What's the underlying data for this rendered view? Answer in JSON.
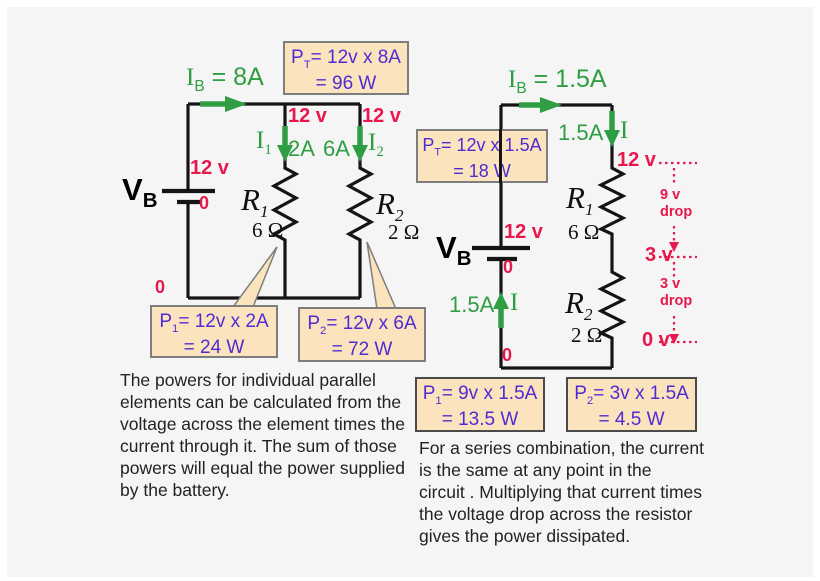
{
  "colors": {
    "green": "#2f9e43",
    "red": "#e8184d",
    "purple": "#4e2bd2",
    "tan_box_fill": "#fbe4bd",
    "wire": "#141414",
    "background": "#f5f5f6"
  },
  "left_circuit": {
    "battery_current": {
      "sym": "I",
      "sub": "B",
      "rest": " = 8A"
    },
    "pt_box": {
      "sym": "P",
      "sub": "T",
      "rest": "= 12v x 8A",
      "line2": "= 96 W"
    },
    "branch1_voltage": "12 v",
    "branch2_voltage": "12 v",
    "i1": {
      "sym": "I",
      "sub": "1"
    },
    "i1_value": "2A",
    "i2_value": "6A",
    "i2": {
      "sym": "I",
      "sub": "2"
    },
    "battery_voltage": "12 v",
    "battery_label": {
      "sym": "V",
      "sub": "B"
    },
    "battery_zero": "0",
    "r1": {
      "sym": "R",
      "sub": "1"
    },
    "r1_value": "6 Ω",
    "r2": {
      "sym": "R",
      "sub": "2"
    },
    "r2_value": "2 Ω",
    "ground_zero": "0",
    "p1_box": {
      "sym": "P",
      "sub": "1",
      "rest": "= 12v x 2A",
      "line2": "= 24 W"
    },
    "p2_box": {
      "sym": "P",
      "sub": "2",
      "rest": "= 12v x 6A",
      "line2": "= 72 W"
    },
    "caption": "The powers for individual parallel\nelements can be calculated from the\nvoltage across the element times the\ncurrent through it. The sum of those\npowers will equal the power supplied\nby the battery."
  },
  "right_circuit": {
    "battery_current": {
      "sym": "I",
      "sub": "B",
      "rest": " = 1.5A"
    },
    "pt_box": {
      "sym": "P",
      "sub": "T",
      "rest": "= 12v x 1.5A",
      "line2": "= 18 W"
    },
    "current_down_value": "1.5A",
    "current_down_sym": "I",
    "top_voltage": "12 v",
    "r1": {
      "sym": "R",
      "sub": "1"
    },
    "r1_value": "6 Ω",
    "battery_voltage": "12 v",
    "battery_label": {
      "sym": "V",
      "sub": "B"
    },
    "battery_zero": "0",
    "current_up_value": "1.5A",
    "current_up_sym": "I",
    "r2": {
      "sym": "R",
      "sub": "2"
    },
    "r2_value": "2 Ω",
    "mid_voltage": "3 v",
    "bottom_voltage": "0 v",
    "ground_zero": "0",
    "drop1": "9 v\ndrop",
    "drop2": "3 v\ndrop",
    "p1_box": {
      "sym": "P",
      "sub": "1",
      "rest": "= 9v x 1.5A",
      "line2": "= 13.5 W"
    },
    "p2_box": {
      "sym": "P",
      "sub": "2",
      "rest": "= 3v x 1.5A",
      "line2": "= 4.5 W"
    },
    "caption": "For a series combination, the current\nis the same at any point in the\ncircuit . Multiplying that current times\nthe voltage drop across the resistor\ngives the power dissipated."
  }
}
